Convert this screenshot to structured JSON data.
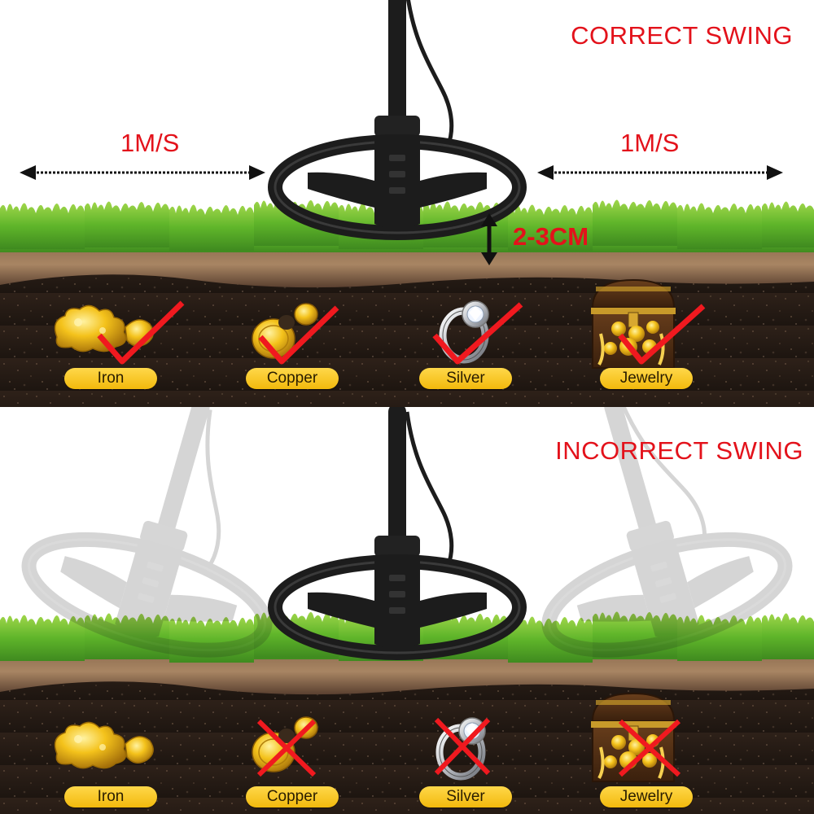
{
  "correct": {
    "title": "CORRECT SWING",
    "speed_left": "1M/S",
    "speed_right": "1M/S",
    "height": "2-3CM",
    "items": [
      {
        "label": "Iron",
        "detected": true
      },
      {
        "label": "Copper",
        "detected": true
      },
      {
        "label": "Silver",
        "detected": true
      },
      {
        "label": "Jewelry",
        "detected": true
      }
    ]
  },
  "incorrect": {
    "title": "INCORRECT SWING",
    "items": [
      {
        "label": "Iron",
        "detected": null
      },
      {
        "label": "Copper",
        "detected": false
      },
      {
        "label": "Silver",
        "detected": false
      },
      {
        "label": "Jewelry",
        "detected": false
      }
    ]
  },
  "colors": {
    "accent_red": "#e3121b",
    "label_gold": "#f5c518",
    "grass": "#5fb52a",
    "soil": "#2a1e17",
    "detector": "#1c1c1c"
  },
  "icons": [
    "gold-nugget-icon",
    "coin-icon",
    "diamond-ring-icon",
    "treasure-chest-icon",
    "check-icon",
    "cross-icon",
    "double-arrow-icon"
  ]
}
